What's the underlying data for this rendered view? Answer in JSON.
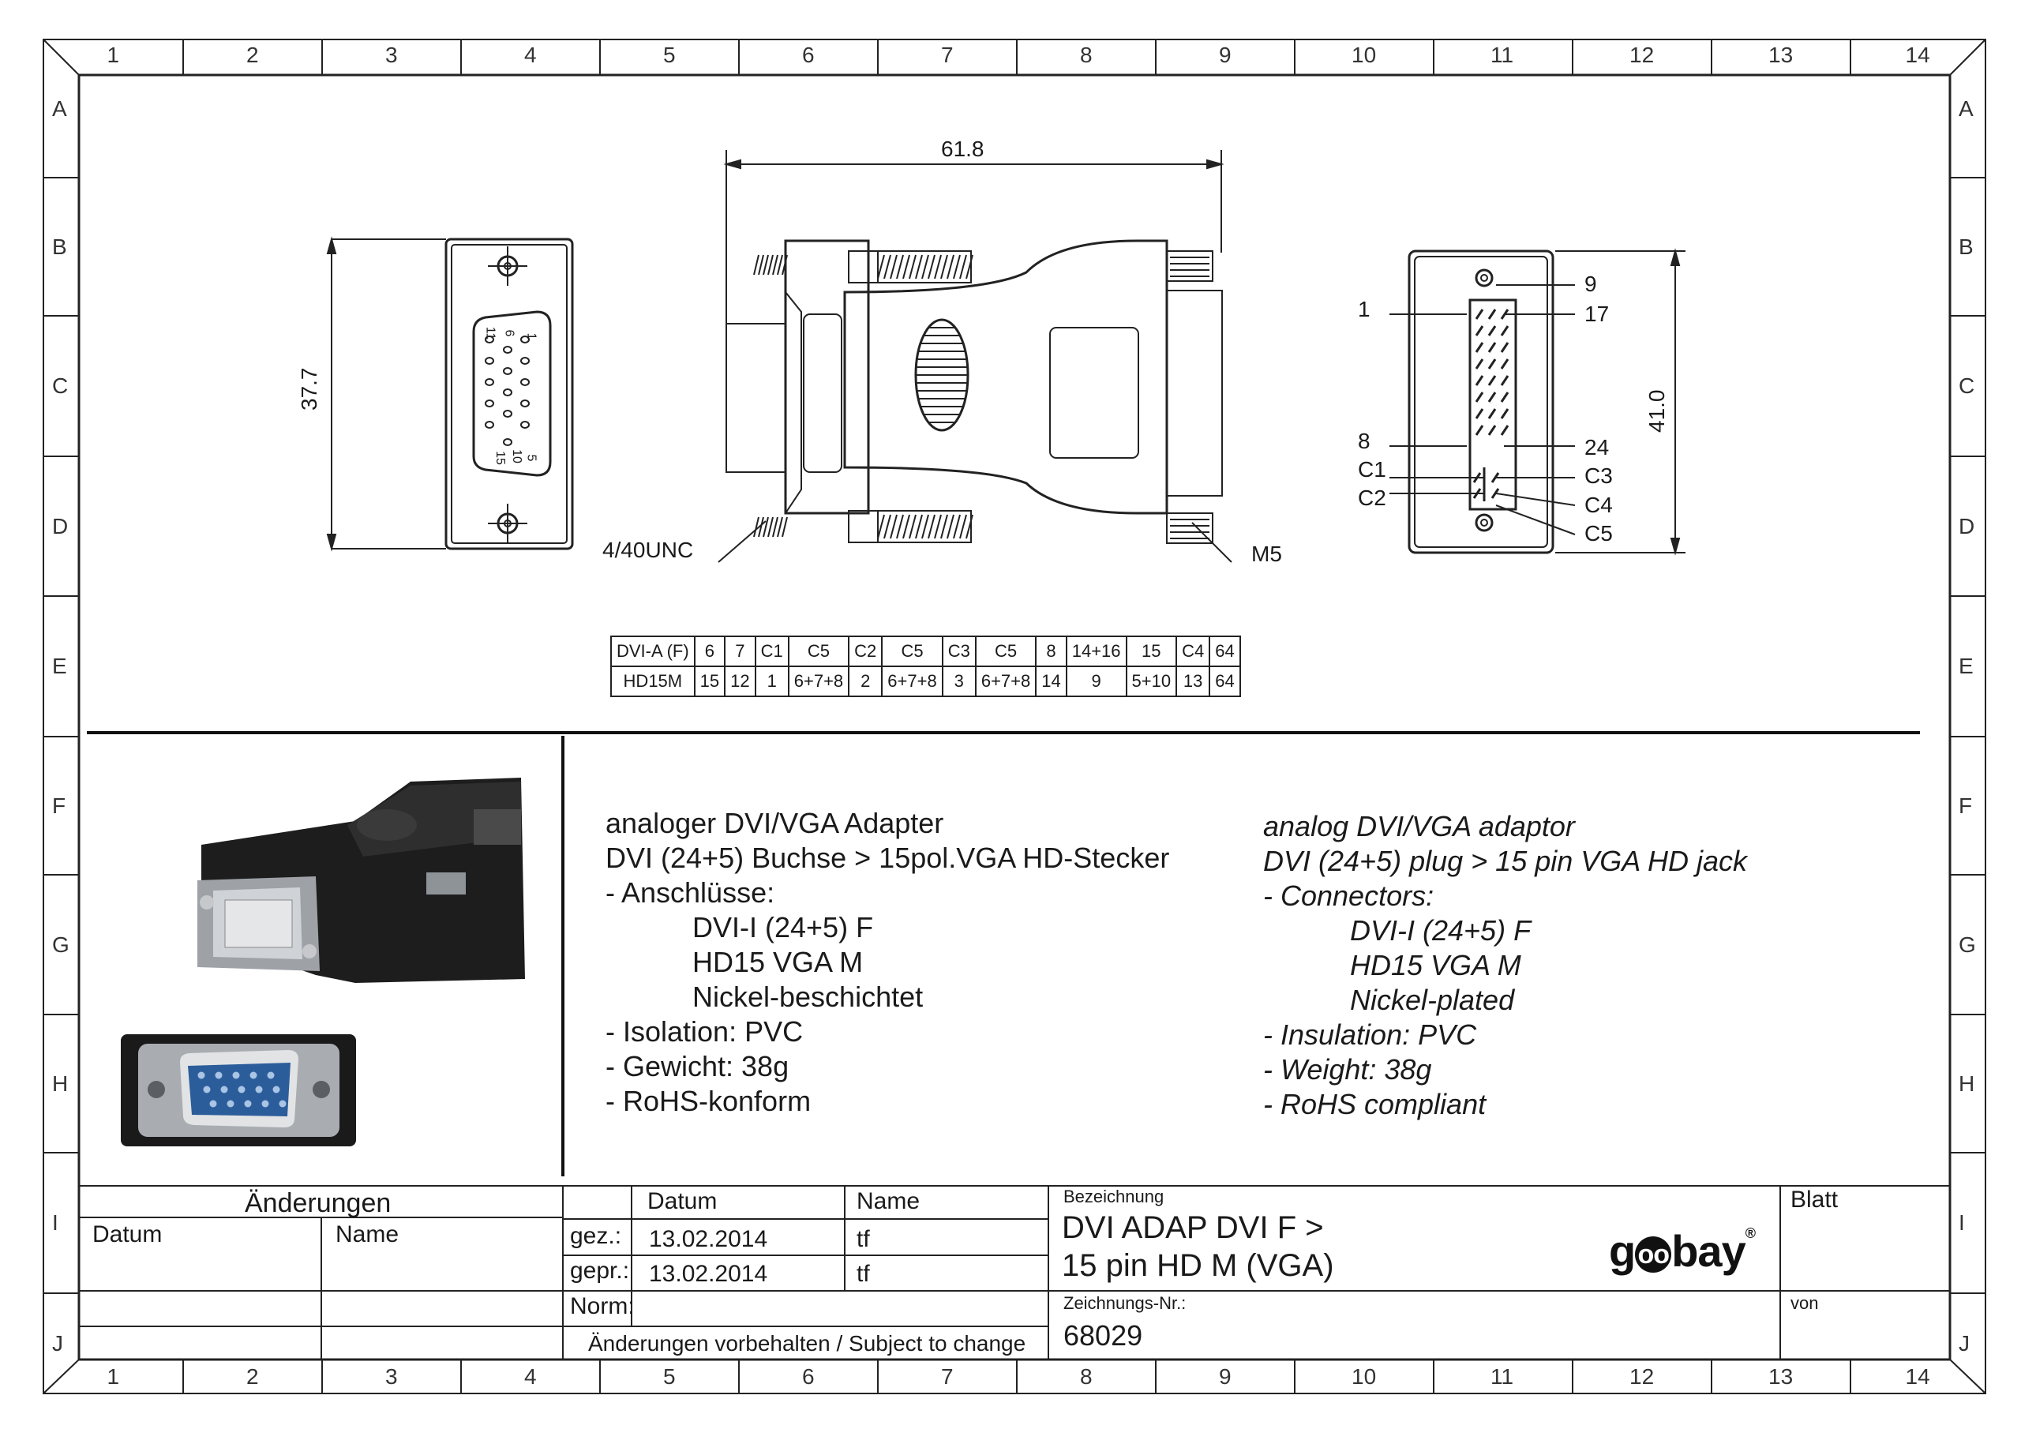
{
  "frame": {
    "columns": [
      "1",
      "2",
      "3",
      "4",
      "5",
      "6",
      "7",
      "8",
      "9",
      "10",
      "11",
      "12",
      "13",
      "14"
    ],
    "rows": [
      "A",
      "B",
      "C",
      "D",
      "E",
      "F",
      "G",
      "H",
      "I",
      "J"
    ]
  },
  "drawing": {
    "dim_width": "61.8",
    "dim_left_height": "37.7",
    "dim_right_height": "41.0",
    "thread_left": "4/40UNC",
    "thread_right": "M5",
    "vga_pin_labels": [
      "1",
      "5",
      "6",
      "10",
      "11",
      "15"
    ],
    "dvi_labels": {
      "p1": "1",
      "p9": "9",
      "p17": "17",
      "p8": "8",
      "p24": "24",
      "c1": "C1",
      "c2": "C2",
      "c3": "C3",
      "c4": "C4",
      "c5": "C5"
    }
  },
  "pin_table": {
    "row1": [
      "DVI-A (F)",
      "6",
      "7",
      "C1",
      "C5",
      "C2",
      "C5",
      "C3",
      "C5",
      "8",
      "14+16",
      "15",
      "C4",
      "64"
    ],
    "row2": [
      "HD15M",
      "15",
      "12",
      "1",
      "6+7+8",
      "2",
      "6+7+8",
      "3",
      "6+7+8",
      "14",
      "9",
      "5+10",
      "13",
      "64"
    ]
  },
  "description_de": [
    "analoger DVI/VGA Adapter",
    "DVI (24+5) Buchse > 15pol.VGA HD-Stecker",
    "- Anschlüsse:",
    "DVI-I (24+5) F",
    "HD15 VGA M",
    "Nickel-beschichtet",
    "- Isolation: PVC",
    "- Gewicht: 38g",
    "- RoHS-konform"
  ],
  "description_en": [
    "analog DVI/VGA adaptor",
    "DVI (24+5) plug > 15 pin VGA HD jack",
    "- Connectors:",
    "DVI-I (24+5) F",
    "HD15 VGA M",
    "Nickel-plated",
    "- Insulation: PVC",
    "- Weight: 38g",
    "- RoHS compliant"
  ],
  "title_block": {
    "aenderungen": "Änderungen",
    "datum_hdr": "Datum",
    "name_hdr": "Name",
    "datum_col": "Datum",
    "name_col": "Name",
    "gez": "gez.:",
    "gez_date": "13.02.2014",
    "gez_name": "tf",
    "gepr": "gepr.:",
    "gepr_date": "13.02.2014",
    "gepr_name": "tf",
    "norm": "Norm:",
    "subject": "Änderungen vorbehalten / Subject to change",
    "bezeichnung_label": "Bezeichnung",
    "title_line1": "DVI ADAP DVI F >",
    "title_line2": "15 pin HD M (VGA)",
    "zeichnungs_label": "Zeichnungs-Nr.:",
    "zeichnungs_nr": "68029",
    "blatt": "Blatt",
    "von": "von",
    "brand": "goobay"
  },
  "colors": {
    "line": "#222222",
    "photo_body": "#1d1d1d",
    "photo_metal": "#b9bcc0",
    "photo_blue": "#2c5d9b"
  }
}
